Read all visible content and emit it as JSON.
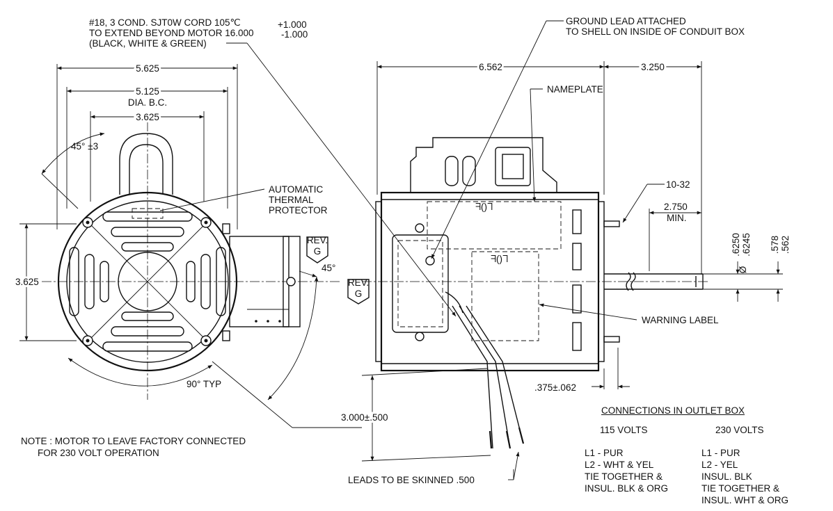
{
  "drawing": {
    "cord_spec": {
      "line1": "#18, 3 COND. SJT0W CORD 105℃",
      "line2": "TO EXTEND BEYOND MOTOR 16.000",
      "line3": "(BLACK, WHITE & GREEN)",
      "tol_plus": "+1.000",
      "tol_minus": "-1.000"
    },
    "end_view": {
      "dim_overall": "5.625",
      "dim_bolt_circle": "5.125",
      "dim_bolt_circle_sub": "DIA. B.C.",
      "dim_inner": "3.625",
      "dim_height": "3.625",
      "angle_top": "45° ±3",
      "angle_right": "45°",
      "angle_typ": "90° TYP",
      "thermal_line1": "AUTOMATIC",
      "thermal_line2": "THERMAL",
      "thermal_line3": "PROTECTOR",
      "rev_label": "REV.",
      "rev_letter": "G"
    },
    "side_view": {
      "dim_body": "6.562",
      "dim_shaft_ext": "3.250",
      "ground_line1": "GROUND LEAD ATTACHED",
      "ground_line2": "TO SHELL ON INSIDE OF CONDUIT BOX",
      "nameplate": "NAMEPLATE",
      "stud": "10-32",
      "dim_min": "2.750",
      "dim_min_sub": "MIN.",
      "shaft_dia_1": ".6250",
      "shaft_dia_2": ".6245",
      "dia_symbol": "Ø",
      "flat_1": ".578",
      "flat_2": ".562",
      "warning": "WARNING LABEL",
      "dim_stud": ".375±.062",
      "dim_leads": "3.000±.500",
      "leads_skinned": "LEADS TO BE SKINNED .500",
      "rev_label": "REV.",
      "rev_letter": "G"
    },
    "note": {
      "line1": "NOTE : MOTOR TO LEAVE FACTORY CONNECTED",
      "line2": "FOR 230 VOLT OPERATION"
    },
    "connections": {
      "title": "CONNECTIONS IN OUTLET BOX",
      "col115": {
        "header": "115 VOLTS",
        "lines": [
          "L1 - PUR",
          "L2 - WHT & YEL",
          "TIE TOGETHER &",
          "INSUL. BLK & ORG"
        ]
      },
      "col230": {
        "header": "230 VOLTS",
        "lines": [
          "L1 - PUR",
          "L2 - YEL",
          "INSUL. BLK",
          "TIE TOGETHER &",
          "INSUL. WHT & ORG"
        ]
      }
    }
  }
}
